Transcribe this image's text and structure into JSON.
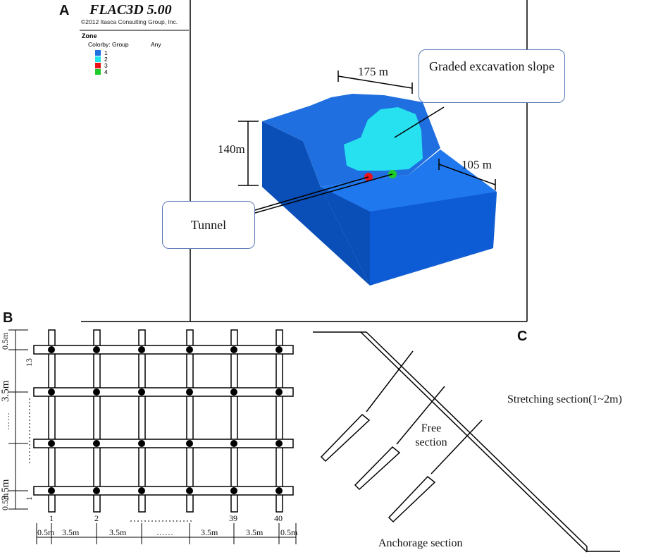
{
  "panels": {
    "a": "A",
    "b": "B",
    "c": "C"
  },
  "panel_a": {
    "software_title": "FLAC3D 5.00",
    "copyright": "©2012 Itasca Consulting Group, Inc.",
    "legend": {
      "title": "Zone",
      "colorby_label": "Colorby: Group",
      "colorby_value": "Any",
      "items": [
        {
          "label": "1",
          "color": "#1f6fe0"
        },
        {
          "label": "2",
          "color": "#22e4ee"
        },
        {
          "label": "3",
          "color": "#e8141b"
        },
        {
          "label": "4",
          "color": "#1ecb2a"
        }
      ]
    },
    "dimensions": {
      "width_top": "175 m",
      "height": "140m",
      "depth": "105 m"
    },
    "callouts": {
      "slope": "Graded excavation slope",
      "tunnel": "Tunnel"
    },
    "colors": {
      "main_block": "#0a5fd8",
      "main_block_top": "#2a7ff0",
      "excavation": "#27e1f0"
    }
  },
  "panel_b": {
    "row_spacing": [
      "0.5m",
      "3.5m",
      "3.5m",
      "0.5m"
    ],
    "row_numbers": [
      "13",
      "1"
    ],
    "column_numbers": [
      "1",
      "2",
      "39",
      "40"
    ],
    "column_spacing": [
      "0.5m",
      "3.5m",
      "3.5m",
      "……",
      "3.5m",
      "3.5m",
      "0.5m"
    ],
    "dots": "……"
  },
  "panel_c": {
    "stretching": "Stretching section(1~2m)",
    "free": "Free section",
    "anchorage": "Anchorage section"
  }
}
